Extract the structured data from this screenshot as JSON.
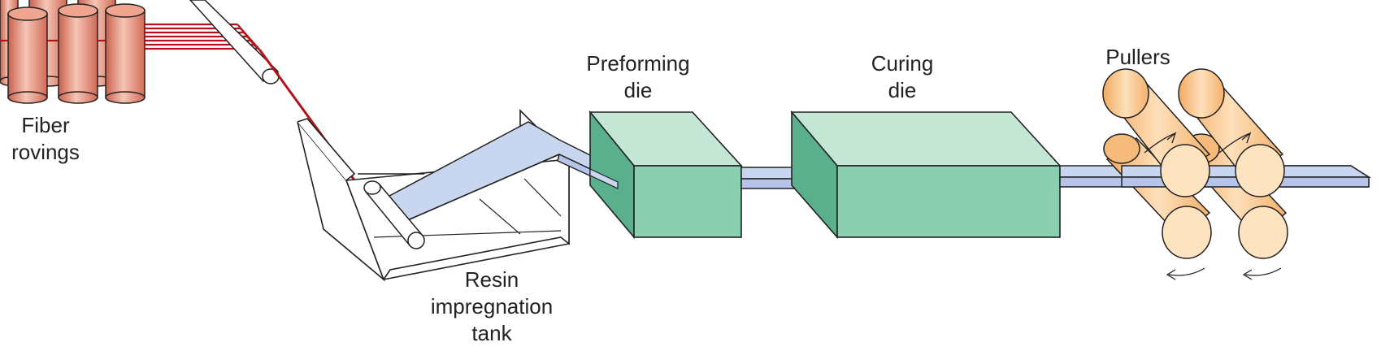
{
  "labels": {
    "fiber_rovings": [
      "Fiber",
      "rovings"
    ],
    "resin_tank": [
      "Resin",
      "impregnation",
      "tank"
    ],
    "preforming_die": [
      "Preforming",
      "die"
    ],
    "curing_die": [
      "Curing",
      "die"
    ],
    "pullers": [
      "Pullers"
    ]
  },
  "colors": {
    "fiber_roll": "#e8927e",
    "fiber_strand": "#b5121b",
    "resin_sheet": "#c9d6f0",
    "die_light": "#c4e6d4",
    "die_front": "#8ccfb0",
    "die_side": "#5aaf8c",
    "puller_roll": "#f8c48c",
    "outline": "#222222"
  }
}
